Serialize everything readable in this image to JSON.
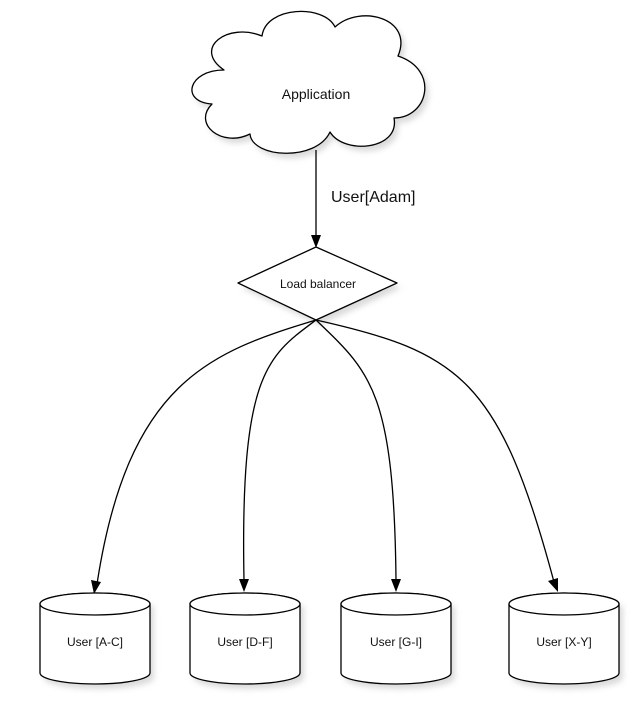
{
  "diagram": {
    "application": "Application",
    "request_label": "User[Adam]",
    "load_balancer": "Load balancer",
    "shards": [
      "User [A-C]",
      "User [D-F]",
      "User [G-I]",
      "User [X-Y]"
    ]
  }
}
